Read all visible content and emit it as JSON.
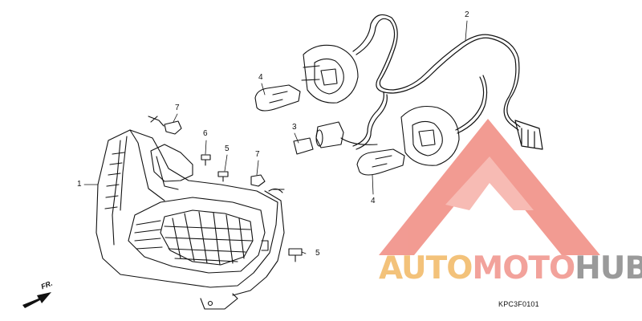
{
  "callouts": {
    "c1": "1",
    "c2": "2",
    "c3": "3",
    "c4a": "4",
    "c4b": "4",
    "c5a": "5",
    "c5b": "5",
    "c6": "6",
    "c7a": "7",
    "c7b": "7"
  },
  "front_arrow_label": "FR.",
  "diagram_code": "KPC3F0101",
  "watermark": {
    "part1": "AUTO",
    "part2": "MOTO",
    "part3": "HUB",
    "colors": {
      "auto": "#f3c27a",
      "moto": "#f2a29b",
      "hub": "#9a9a9a",
      "triangle": "#f08a80"
    }
  },
  "icons": [
    "front-direction-arrow-icon",
    "watermark-triangle-logo"
  ]
}
